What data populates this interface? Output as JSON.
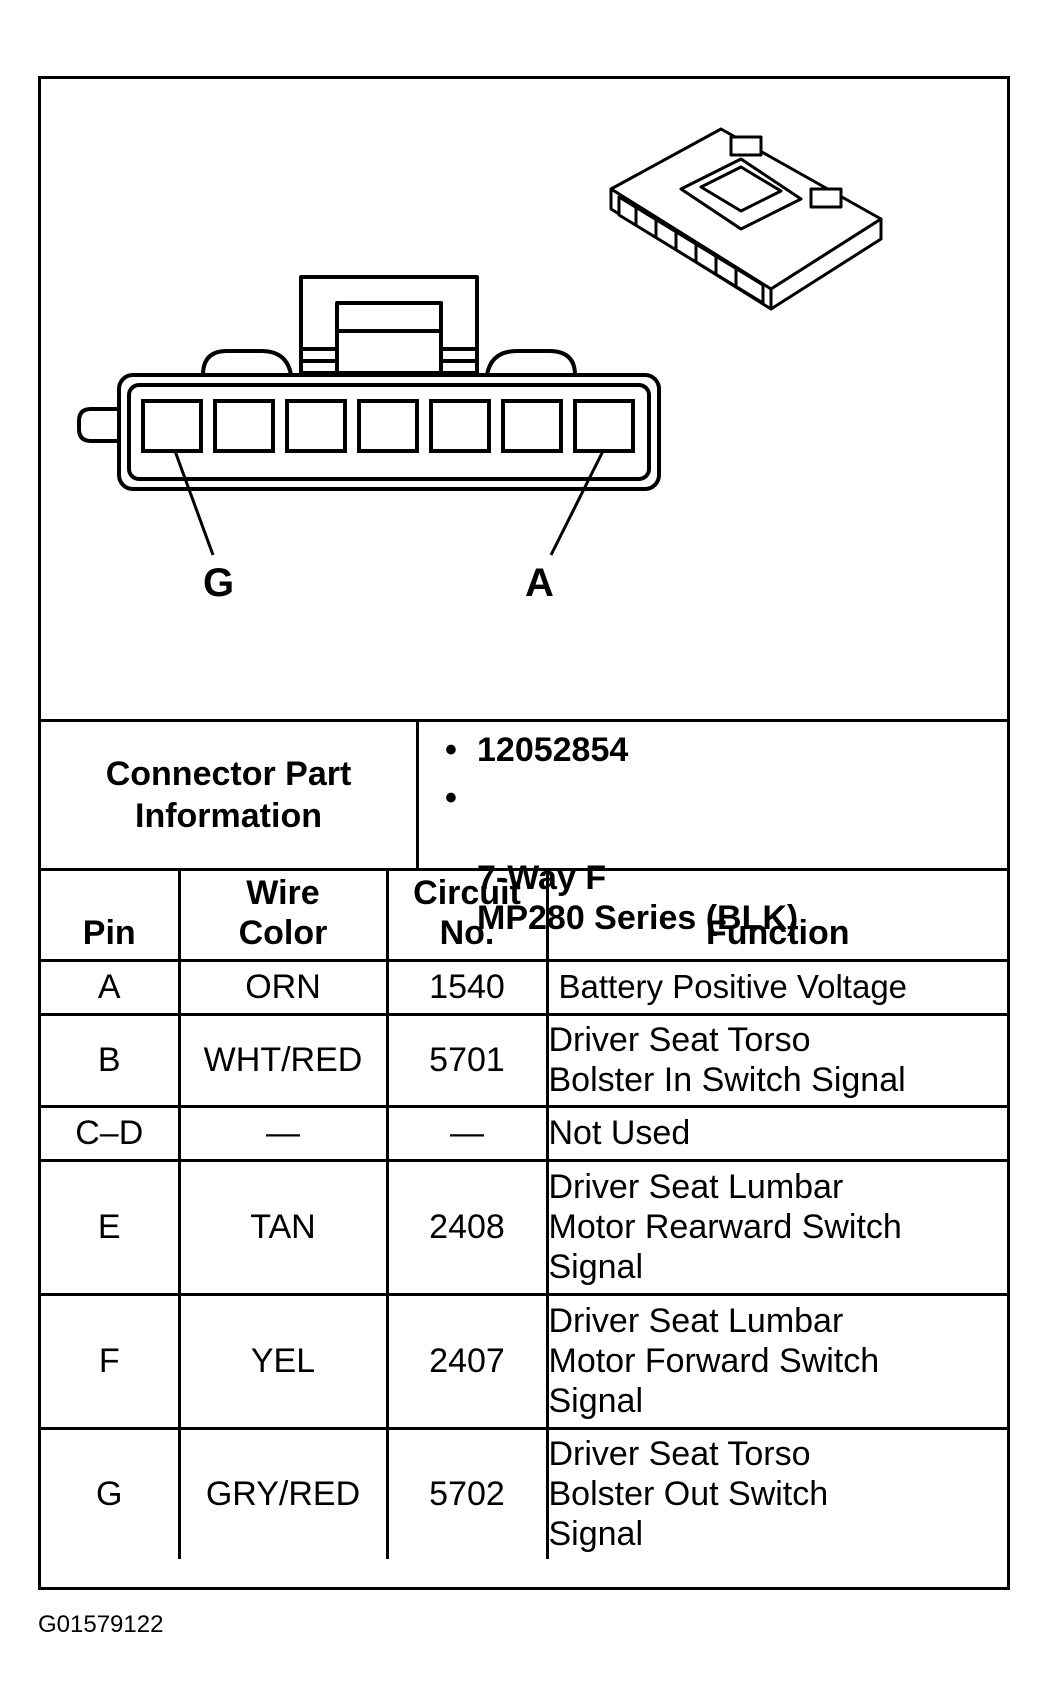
{
  "diagram": {
    "pin_left_label": "G",
    "pin_right_label": "A"
  },
  "connector_info": {
    "label": "Connector Part\nInformation",
    "values": [
      "12052854",
      "7-Way F\nMP280 Series (BLK)"
    ]
  },
  "table": {
    "headers": [
      "Pin",
      "Wire\nColor",
      "Circuit\nNo.",
      "Function"
    ],
    "rows": [
      {
        "pin": "A",
        "wire_color": "ORN",
        "circuit": "1540",
        "function": "Battery Positive Voltage"
      },
      {
        "pin": "B",
        "wire_color": "WHT/RED",
        "circuit": "5701",
        "function": "Driver Seat Torso\nBolster In Switch Signal"
      },
      {
        "pin": "C–D",
        "wire_color": "—",
        "circuit": "—",
        "function": "Not Used"
      },
      {
        "pin": "E",
        "wire_color": "TAN",
        "circuit": "2408",
        "function": "Driver Seat Lumbar\nMotor Rearward Switch\nSignal"
      },
      {
        "pin": "F",
        "wire_color": "YEL",
        "circuit": "2407",
        "function": "Driver Seat Lumbar\nMotor Forward Switch\nSignal"
      },
      {
        "pin": "G",
        "wire_color": "GRY/RED",
        "circuit": "5702",
        "function": "Driver Seat Torso\nBolster Out Switch\nSignal"
      }
    ]
  },
  "figure_id": "G01579122"
}
